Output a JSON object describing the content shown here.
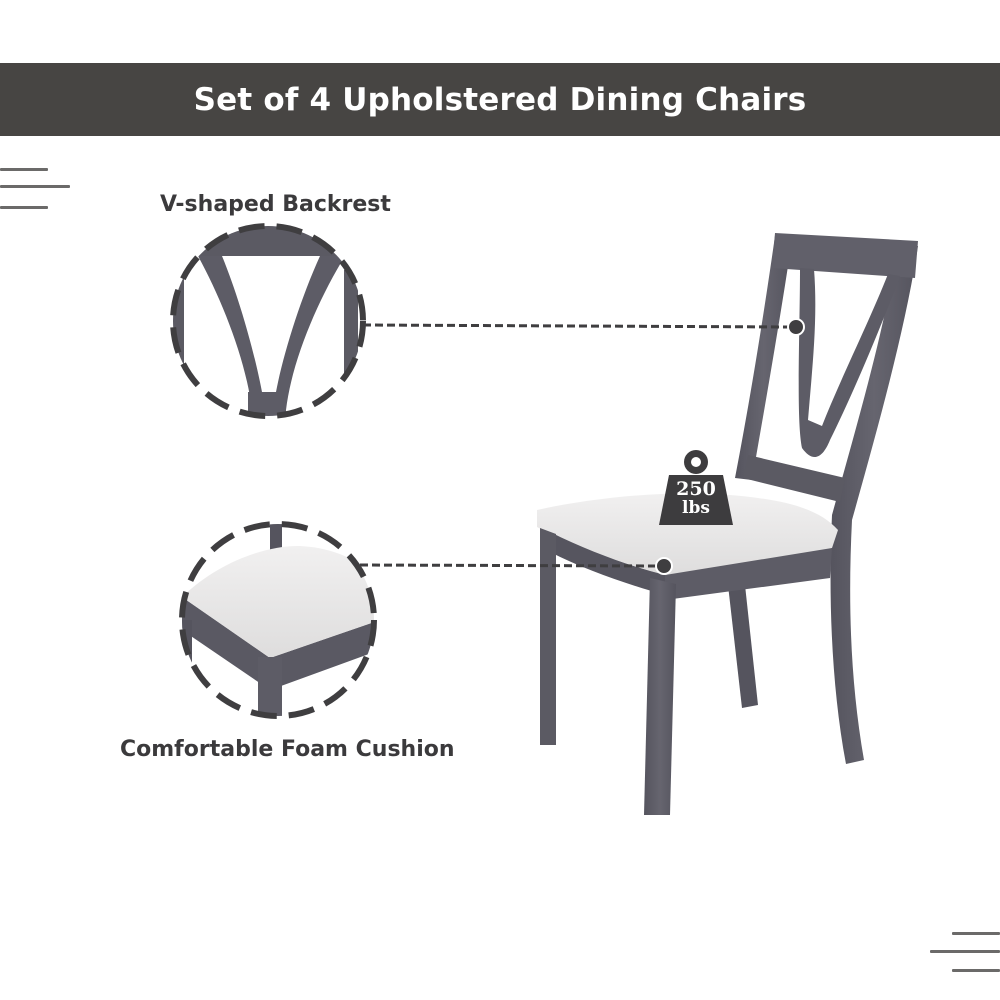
{
  "banner": {
    "title": "Set of 4 Upholstered Dining Chairs",
    "background_color": "#474543",
    "text_color": "#ffffff"
  },
  "features": [
    {
      "label": "V-shaped Backrest",
      "icon": "v-backrest-detail-icon"
    },
    {
      "label": "Comfortable Foam Cushion",
      "icon": "cushion-detail-icon"
    }
  ],
  "weight_badge": {
    "value": "250",
    "unit": "lbs",
    "icon": "weight-icon"
  },
  "product": {
    "image": "gray-dining-chair",
    "frame_color": "#5d5c66",
    "cushion_color": "#eceaea"
  },
  "colors": {
    "label_text": "#3b3a3c",
    "decor_lines": "#6b6a69",
    "callout_lines": "#3f3e40"
  }
}
